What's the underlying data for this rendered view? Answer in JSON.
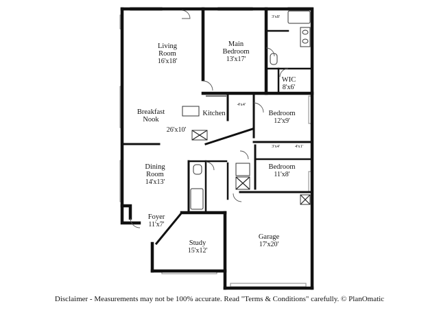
{
  "rooms": [
    {
      "id": "living-room",
      "name": [
        "Living",
        "Room"
      ],
      "dim": "16'x18'"
    },
    {
      "id": "main-bedroom",
      "name": [
        "Main",
        "Bedroom"
      ],
      "dim": "13'x17'"
    },
    {
      "id": "main-bath-closet",
      "name": [],
      "dim": "3'x8'"
    },
    {
      "id": "wic",
      "name": [
        "WIC"
      ],
      "dim": "8'x6'"
    },
    {
      "id": "breakfast-nook",
      "name": [
        "Breakfast",
        "Nook"
      ],
      "dim": ""
    },
    {
      "id": "kitchen",
      "name": [
        "Kitchen"
      ],
      "dim": ""
    },
    {
      "id": "kitchen-pantry",
      "name": [],
      "dim": "4'x4'"
    },
    {
      "id": "great-room",
      "name": [],
      "dim": "26'x10'"
    },
    {
      "id": "bedroom-2",
      "name": [
        "Bedroom"
      ],
      "dim": "12'x9'"
    },
    {
      "id": "closet-a",
      "name": [],
      "dim": "3'x4'"
    },
    {
      "id": "closet-b",
      "name": [],
      "dim": "4'x1'"
    },
    {
      "id": "bedroom-3",
      "name": [
        "Bedroom"
      ],
      "dim": "11'x8'"
    },
    {
      "id": "dining-room",
      "name": [
        "Dining",
        "Room"
      ],
      "dim": "14'x13'"
    },
    {
      "id": "foyer",
      "name": [
        "Foyer"
      ],
      "dim": "11'x7'"
    },
    {
      "id": "study",
      "name": [
        "Study"
      ],
      "dim": "15'x12'"
    },
    {
      "id": "garage",
      "name": [
        "Garage"
      ],
      "dim": "17'x20'"
    }
  ],
  "disclaimer": "Disclaimer - Measurements may not be 100% accurate. Read \"Terms & Conditions\" carefully. © PlanOmatic"
}
